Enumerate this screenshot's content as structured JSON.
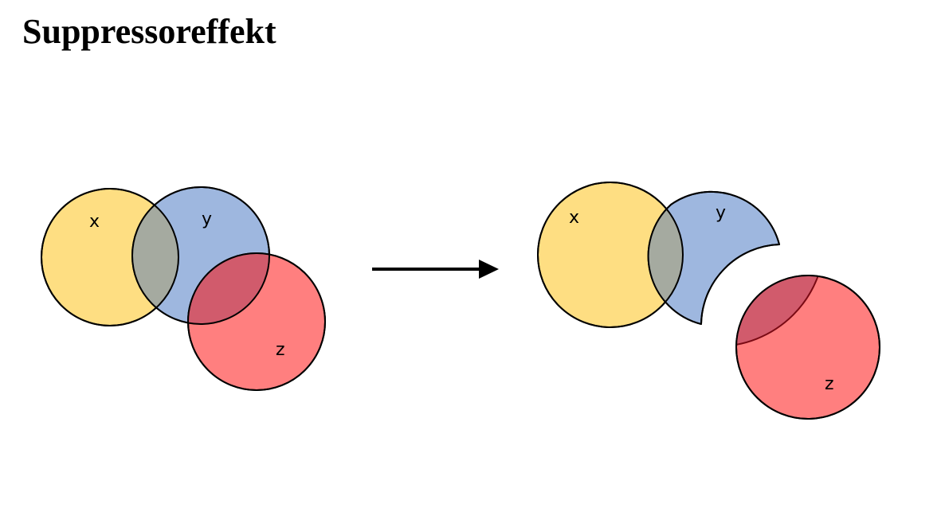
{
  "title": "Suppressoreffekt",
  "labels": {
    "x": "x",
    "y": "y",
    "z": "z"
  },
  "colors": {
    "x_fill": "#FEDE82",
    "y_fill": "#9EB7DF",
    "z_fill": "#FF7F7F",
    "xy_overlap": "#A5AAA0",
    "yz_overlap": "#D15B6C",
    "arrow": "#000000"
  }
}
